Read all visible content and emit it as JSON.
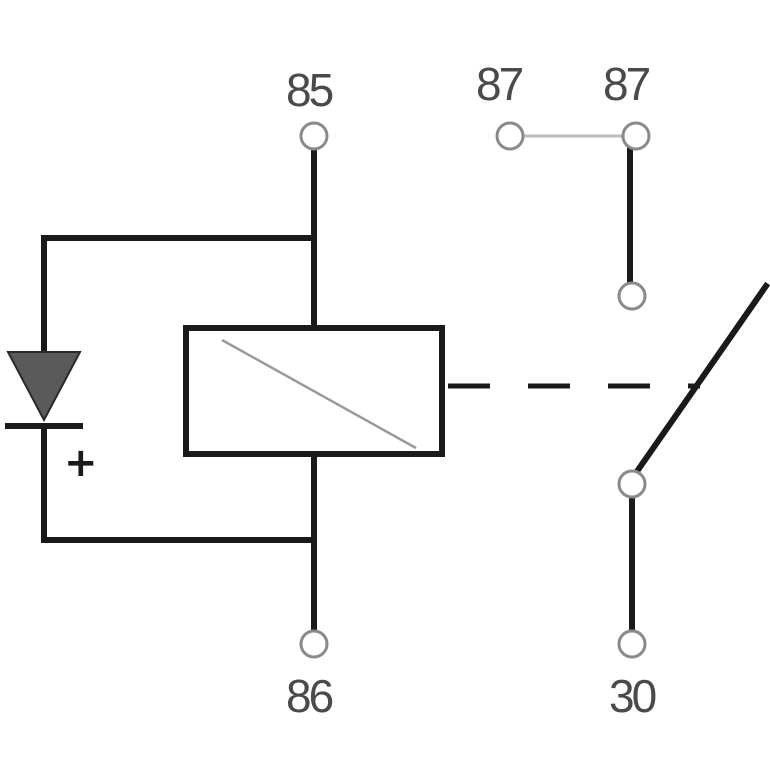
{
  "pins": {
    "p85": "85",
    "p86": "86",
    "p87": "87",
    "p87a": "87",
    "p30": "30"
  },
  "diode": {
    "polarity_mark": "+"
  },
  "colors": {
    "wire": "#1a1a1a",
    "label": "#4a4a4a",
    "terminal_stroke": "#8a8a8a",
    "diode_fill": "#5a5a5a"
  }
}
